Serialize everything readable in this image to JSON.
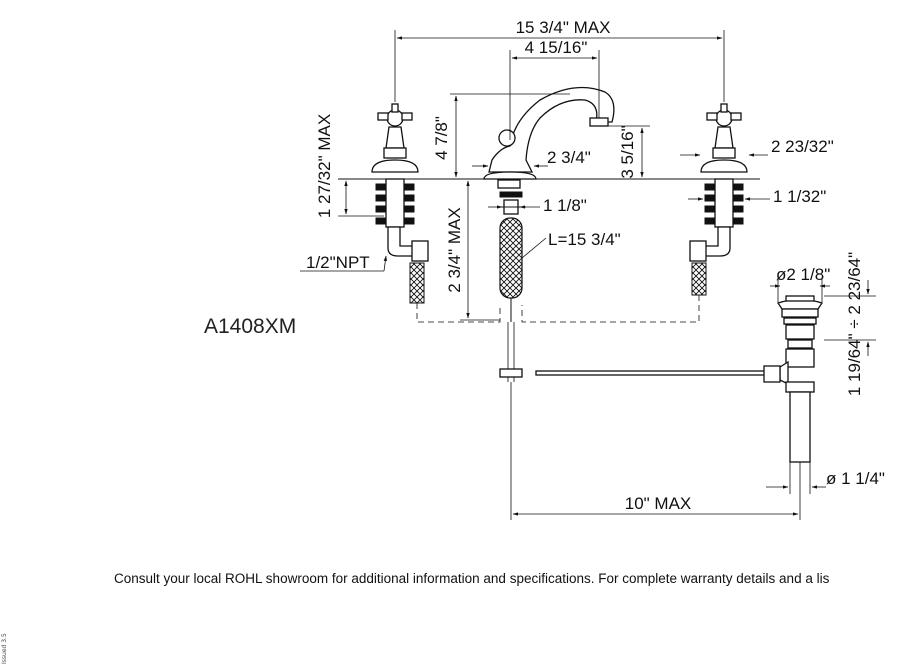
{
  "model_number": "A1408XM",
  "dimensions": {
    "overall_width": "15 3/4\" MAX",
    "spout_reach": "4 15/16\"",
    "spout_height": "4 7/8\"",
    "spout_clearance": "3 5/16\"",
    "spout_base": "2 3/4\"",
    "handle_height": "1 27/32\" MAX",
    "handle_flange": "2 23/32\"",
    "shank_diameter": "1 1/32\"",
    "spout_shank": "1 1/8\"",
    "hose_length": "L=15 3/4\"",
    "deck_thickness": "2 3/4\" MAX",
    "connection": "1/2\"NPT",
    "drain_flange": "ø2 1/8\"",
    "drain_height_range": "1 19/64\" ÷ 2 23/64\"",
    "drain_tailpiece": "ø 1 1/4\"",
    "pop_up_rod_reach": "10\" MAX"
  },
  "footer_text": "Consult your local ROHL showroom for additional information and specifications. For complete warranty details and a lis",
  "side_note": "Issued 3.5"
}
